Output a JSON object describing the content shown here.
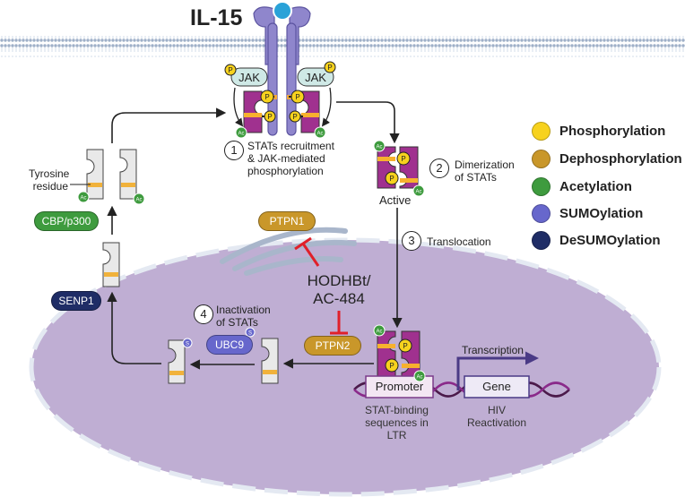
{
  "title": "IL-15",
  "colors": {
    "phosphorylation": "#f7d21e",
    "dephosphorylation": "#c9972a",
    "acetylation": "#3e9b3e",
    "sumoylation": "#6767cc",
    "desumoylation": "#1f2d66",
    "stat_active": "#a0318f",
    "nucleus": "#bfaed3",
    "inhibitor": "#e0202a"
  },
  "legend": [
    {
      "label": "Phosphorylation",
      "color": "#f7d21e"
    },
    {
      "label": "Dephosphorylation",
      "color": "#c9972a"
    },
    {
      "label": "Acetylation",
      "color": "#3e9b3e"
    },
    {
      "label": "SUMOylation",
      "color": "#6767cc"
    },
    {
      "label": "DeSUMOylation",
      "color": "#1f2d66"
    }
  ],
  "receptor": {
    "jak_left": "JAK",
    "jak_right": "JAK"
  },
  "marks": {
    "p": "P",
    "ac": "Ac",
    "s": "S"
  },
  "steps": [
    {
      "number": "1",
      "label_line1": "STATs recruitment",
      "label_line2": "& JAK-mediated",
      "label_line3": "phosphorylation"
    },
    {
      "number": "2",
      "label_line1": "Dimerization",
      "label_line2": "of STATs"
    },
    {
      "number": "3",
      "label_line1": "Translocation"
    },
    {
      "number": "4",
      "label_line1": "Inactivation",
      "label_line2": "of STATs"
    }
  ],
  "labels": {
    "active": "Active",
    "tyrosine_line1": "Tyrosine",
    "tyrosine_line2": "residue",
    "drug_line1": "HODHBt/",
    "drug_line2": "AC-484",
    "transcription": "Transcription",
    "promoter": "Promoter",
    "gene": "Gene",
    "stat_binding_line1": "STAT-binding",
    "stat_binding_line2": "sequences in",
    "stat_binding_line3": "LTR",
    "hiv_line1": "HIV",
    "hiv_line2": "Reactivation"
  },
  "enzymes": {
    "cbp": "CBP/p300",
    "senp1": "SENP1",
    "ptpn1": "PTPN1",
    "ptpn2": "PTPN2",
    "ubc9": "UBC9"
  }
}
